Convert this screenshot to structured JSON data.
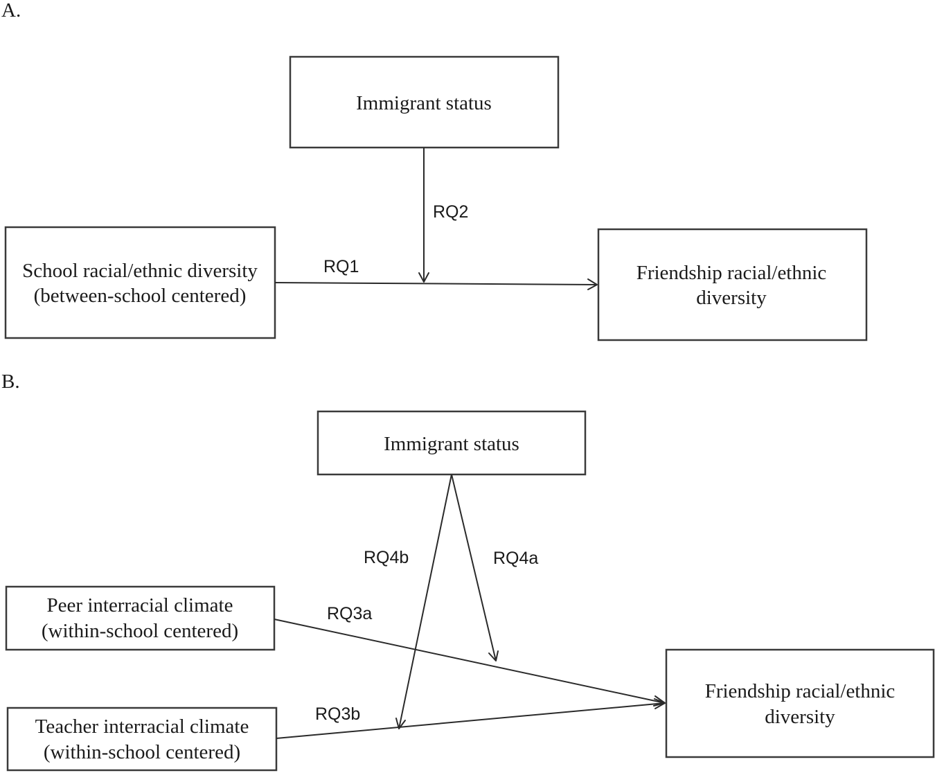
{
  "panel_a": {
    "label": "A.",
    "moderator": "Immigrant status",
    "predictor": [
      "School racial/ethnic diversity",
      "(between-school centered)"
    ],
    "outcome": [
      "Friendship racial/ethnic",
      "diversity"
    ],
    "arrows": {
      "main": "RQ1",
      "moderation": "RQ2"
    }
  },
  "panel_b": {
    "label": "B.",
    "moderator": "Immigrant status",
    "predictor_1": [
      "Peer interracial climate",
      "(within-school centered)"
    ],
    "predictor_2": [
      "Teacher interracial climate",
      "(within-school centered)"
    ],
    "outcome": [
      "Friendship racial/ethnic",
      "diversity"
    ],
    "arrows": {
      "peer_path": "RQ3a",
      "teacher_path": "RQ3b",
      "moderation_peer": "RQ4a",
      "moderation_teacher": "RQ4b"
    }
  }
}
